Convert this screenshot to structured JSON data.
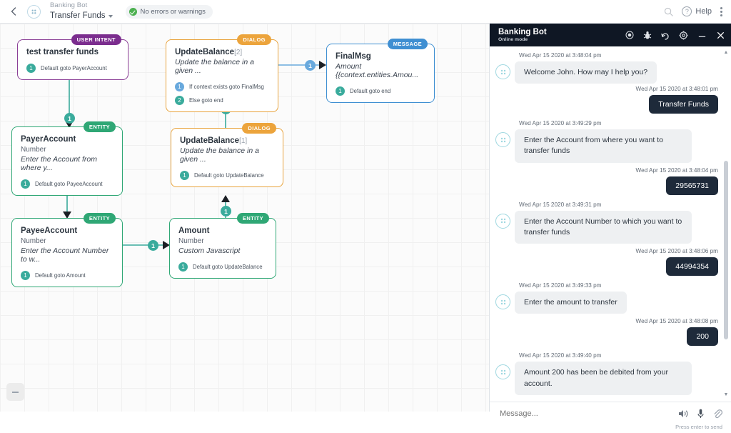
{
  "topbar": {
    "back_icon": "chevron-left-icon",
    "avatar_icon": "bot-avatar-icon",
    "bot_name": "Banking Bot",
    "flow_name": "Transfer Funds",
    "caret_icon": "caret-down-icon",
    "status_text": "No errors or warnings",
    "status_icon": "check-circle-icon",
    "status_color": "#4cb050",
    "search_icon": "search-icon",
    "help_icon": "question-circle-icon",
    "help_label": "Help",
    "more_icon": "kebab-menu-icon"
  },
  "canvas": {
    "zoom_out_label": "zoom-out",
    "nodes": [
      {
        "id": "test-transfer-funds",
        "tag": "USER INTENT",
        "tag_color": "#7b2d8e",
        "border_color": "#8b3f96",
        "title": "test transfer funds",
        "index": "",
        "type": "",
        "desc": "",
        "rows": [
          {
            "num": "1",
            "label": "Default goto PayerAccount",
            "color": "teal"
          }
        ]
      },
      {
        "id": "payer-account",
        "tag": "ENTITY",
        "tag_color": "#2fa775",
        "border_color": "#2fa775",
        "title": "PayerAccount",
        "index": "",
        "type": "Number",
        "desc": "Enter the Account from where y...",
        "rows": [
          {
            "num": "1",
            "label": "Default goto PayeeAccount",
            "color": "teal"
          }
        ]
      },
      {
        "id": "payee-account",
        "tag": "ENTITY",
        "tag_color": "#2fa775",
        "border_color": "#2fa775",
        "title": "PayeeAccount",
        "index": "",
        "type": "Number",
        "desc": "Enter the Account Number to w...",
        "rows": [
          {
            "num": "1",
            "label": "Default goto Amount",
            "color": "teal"
          }
        ]
      },
      {
        "id": "amount",
        "tag": "ENTITY",
        "tag_color": "#2fa775",
        "border_color": "#2fa775",
        "title": "Amount",
        "index": "",
        "type": "Number",
        "desc": "Custom Javascript",
        "rows": [
          {
            "num": "1",
            "label": "Default goto UpdateBalance",
            "color": "teal"
          }
        ]
      },
      {
        "id": "update-balance-1",
        "tag": "DIALOG",
        "tag_color": "#eca43c",
        "border_color": "#e8a33d",
        "title": "UpdateBalance",
        "index": "[1]",
        "type": "",
        "desc": "Update the balance in a given ...",
        "rows": [
          {
            "num": "1",
            "label": "Default goto UpdateBalance",
            "color": "teal"
          }
        ]
      },
      {
        "id": "update-balance-2",
        "tag": "DIALOG",
        "tag_color": "#eca43c",
        "border_color": "#e8a33d",
        "title": "UpdateBalance",
        "index": "[2]",
        "type": "",
        "desc": "Update the balance in a given ...",
        "rows": [
          {
            "num": "1",
            "label": "If context exists goto FinalMsg",
            "color": "blue"
          },
          {
            "num": "2",
            "label": "Else goto end",
            "color": "teal"
          }
        ]
      },
      {
        "id": "final-msg",
        "tag": "MESSAGE",
        "tag_color": "#3f8fd2",
        "border_color": "#3f8fd2",
        "title": "FinalMsg",
        "index": "",
        "type": "",
        "desc": "Amount {{context.entities.Amou...",
        "rows": [
          {
            "num": "1",
            "label": "Default goto end",
            "color": "teal"
          }
        ]
      }
    ],
    "edge_badges": [
      {
        "num": "1",
        "color": "teal"
      },
      {
        "num": "1",
        "color": "teal"
      },
      {
        "num": "1",
        "color": "teal"
      },
      {
        "num": "1",
        "color": "teal"
      },
      {
        "num": "1",
        "color": "teal"
      },
      {
        "num": "1",
        "color": "blue"
      }
    ]
  },
  "chat": {
    "title": "Banking Bot",
    "subtitle": "Online mode",
    "icons": [
      "record-icon",
      "bug-icon",
      "refresh-icon",
      "gear-icon",
      "minimize-icon",
      "close-icon"
    ],
    "messages": [
      {
        "from": "bot",
        "time": "Wed Apr 15 2020 at 3:48:04 pm",
        "text": "Welcome John. How may I help you?"
      },
      {
        "from": "user",
        "time": "Wed Apr 15 2020 at 3:48:01 pm",
        "text": "Transfer Funds"
      },
      {
        "from": "bot",
        "time": "Wed Apr 15 2020 at 3:49:29 pm",
        "text": "Enter the Account from where you want to transfer funds"
      },
      {
        "from": "user",
        "time": "Wed Apr 15 2020 at 3:48:04 pm",
        "text": "29565731"
      },
      {
        "from": "bot",
        "time": "Wed Apr 15 2020 at 3:49:31 pm",
        "text": "Enter the Account Number to which you want to transfer funds"
      },
      {
        "from": "user",
        "time": "Wed Apr 15 2020 at 3:48:06 pm",
        "text": "44994354"
      },
      {
        "from": "bot",
        "time": "Wed Apr 15 2020 at 3:49:33 pm",
        "text": "Enter the amount to transfer"
      },
      {
        "from": "user",
        "time": "Wed Apr 15 2020 at 3:48:08 pm",
        "text": "200"
      },
      {
        "from": "bot",
        "time": "Wed Apr 15 2020 at 3:49:40 pm",
        "text": "Amount 200 has been be debited from your account."
      }
    ],
    "input_placeholder": "Message...",
    "footer_icons": [
      "speaker-icon",
      "microphone-icon",
      "attachment-icon"
    ],
    "hint": "Press enter to send"
  }
}
